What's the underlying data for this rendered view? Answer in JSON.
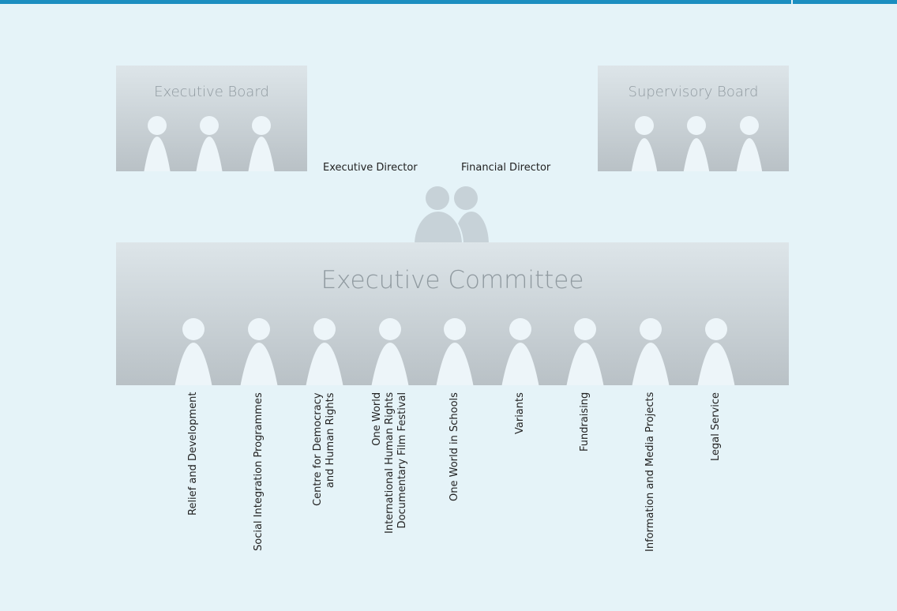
{
  "colors": {
    "background": "#e5f3f8",
    "accent_bar": "#1b8ec0",
    "panel": "#c3ccd1",
    "person": "#edf5f9",
    "title_text": "#909aa0"
  },
  "executive_board": {
    "title": "Executive Board"
  },
  "supervisory_board": {
    "title": "Supervisory Board"
  },
  "directors": {
    "executive": "Executive Director",
    "financial": "Financial Director"
  },
  "committee": {
    "title": "Executive Committee"
  },
  "departments": [
    [
      "Relief and Development"
    ],
    [
      "Social Integration Programmes"
    ],
    [
      "Centre for Democracy",
      "and Human Rights"
    ],
    [
      "One World",
      "International Human Rights",
      "Documentary Film Festival"
    ],
    [
      "One World in Schools"
    ],
    [
      "Variants"
    ],
    [
      "Fundraising"
    ],
    [
      "Information and Media Projects"
    ],
    [
      "Legal Service"
    ]
  ]
}
